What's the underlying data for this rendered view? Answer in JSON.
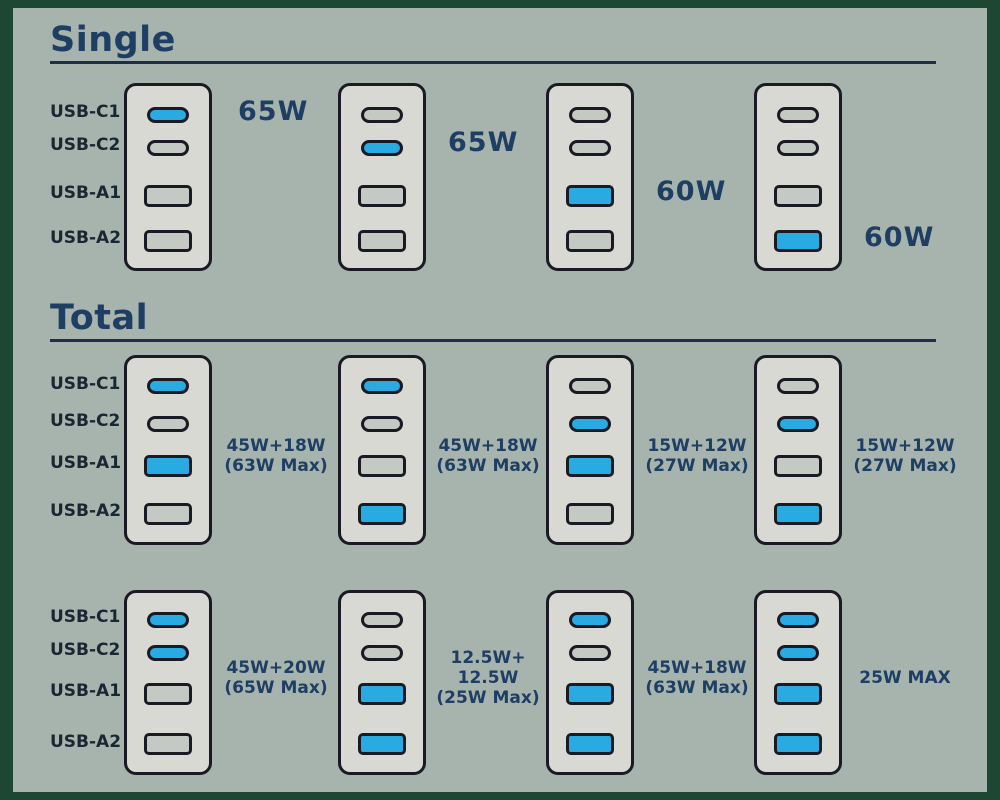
{
  "theme": {
    "background": "#a7b4ad",
    "frame": "#1d4733",
    "heading": "#1e3e63",
    "rule": "#1d2d4a",
    "label": "#1a2733",
    "charger_body": "#d8d9d3",
    "outline": "#1a1a24",
    "port_active": "#29aae1",
    "port_inactive": "#c5c9c3"
  },
  "port_labels": [
    "USB-C1",
    "USB-C2",
    "USB-A1",
    "USB-A2"
  ],
  "sections": {
    "single": {
      "title": "Single",
      "chargers": [
        {
          "ports": [
            1,
            0,
            0,
            0
          ],
          "label": "65W"
        },
        {
          "ports": [
            0,
            1,
            0,
            0
          ],
          "label": "65W"
        },
        {
          "ports": [
            0,
            0,
            1,
            0
          ],
          "label": "60W"
        },
        {
          "ports": [
            0,
            0,
            0,
            1
          ],
          "label": "60W"
        }
      ]
    },
    "total": {
      "title": "Total",
      "row1": [
        {
          "ports": [
            1,
            0,
            1,
            0
          ],
          "label_lines": [
            "45W+18W",
            "(63W Max)"
          ]
        },
        {
          "ports": [
            1,
            0,
            0,
            1
          ],
          "label_lines": [
            "45W+18W",
            "(63W Max)"
          ]
        },
        {
          "ports": [
            0,
            1,
            1,
            0
          ],
          "label_lines": [
            "15W+12W",
            "(27W Max)"
          ]
        },
        {
          "ports": [
            0,
            1,
            0,
            1
          ],
          "label_lines": [
            "15W+12W",
            "(27W Max)"
          ]
        }
      ],
      "row2": [
        {
          "ports": [
            1,
            1,
            0,
            0
          ],
          "label_lines": [
            "45W+20W",
            "(65W Max)"
          ]
        },
        {
          "ports": [
            0,
            0,
            1,
            1
          ],
          "label_lines": [
            "12.5W+",
            "12.5W",
            "(25W Max)"
          ]
        },
        {
          "ports": [
            1,
            0,
            1,
            1
          ],
          "label_lines": [
            "45W+18W",
            "(63W Max)"
          ]
        },
        {
          "ports": [
            1,
            1,
            1,
            1
          ],
          "label_lines": [
            "25W MAX"
          ]
        }
      ]
    }
  }
}
